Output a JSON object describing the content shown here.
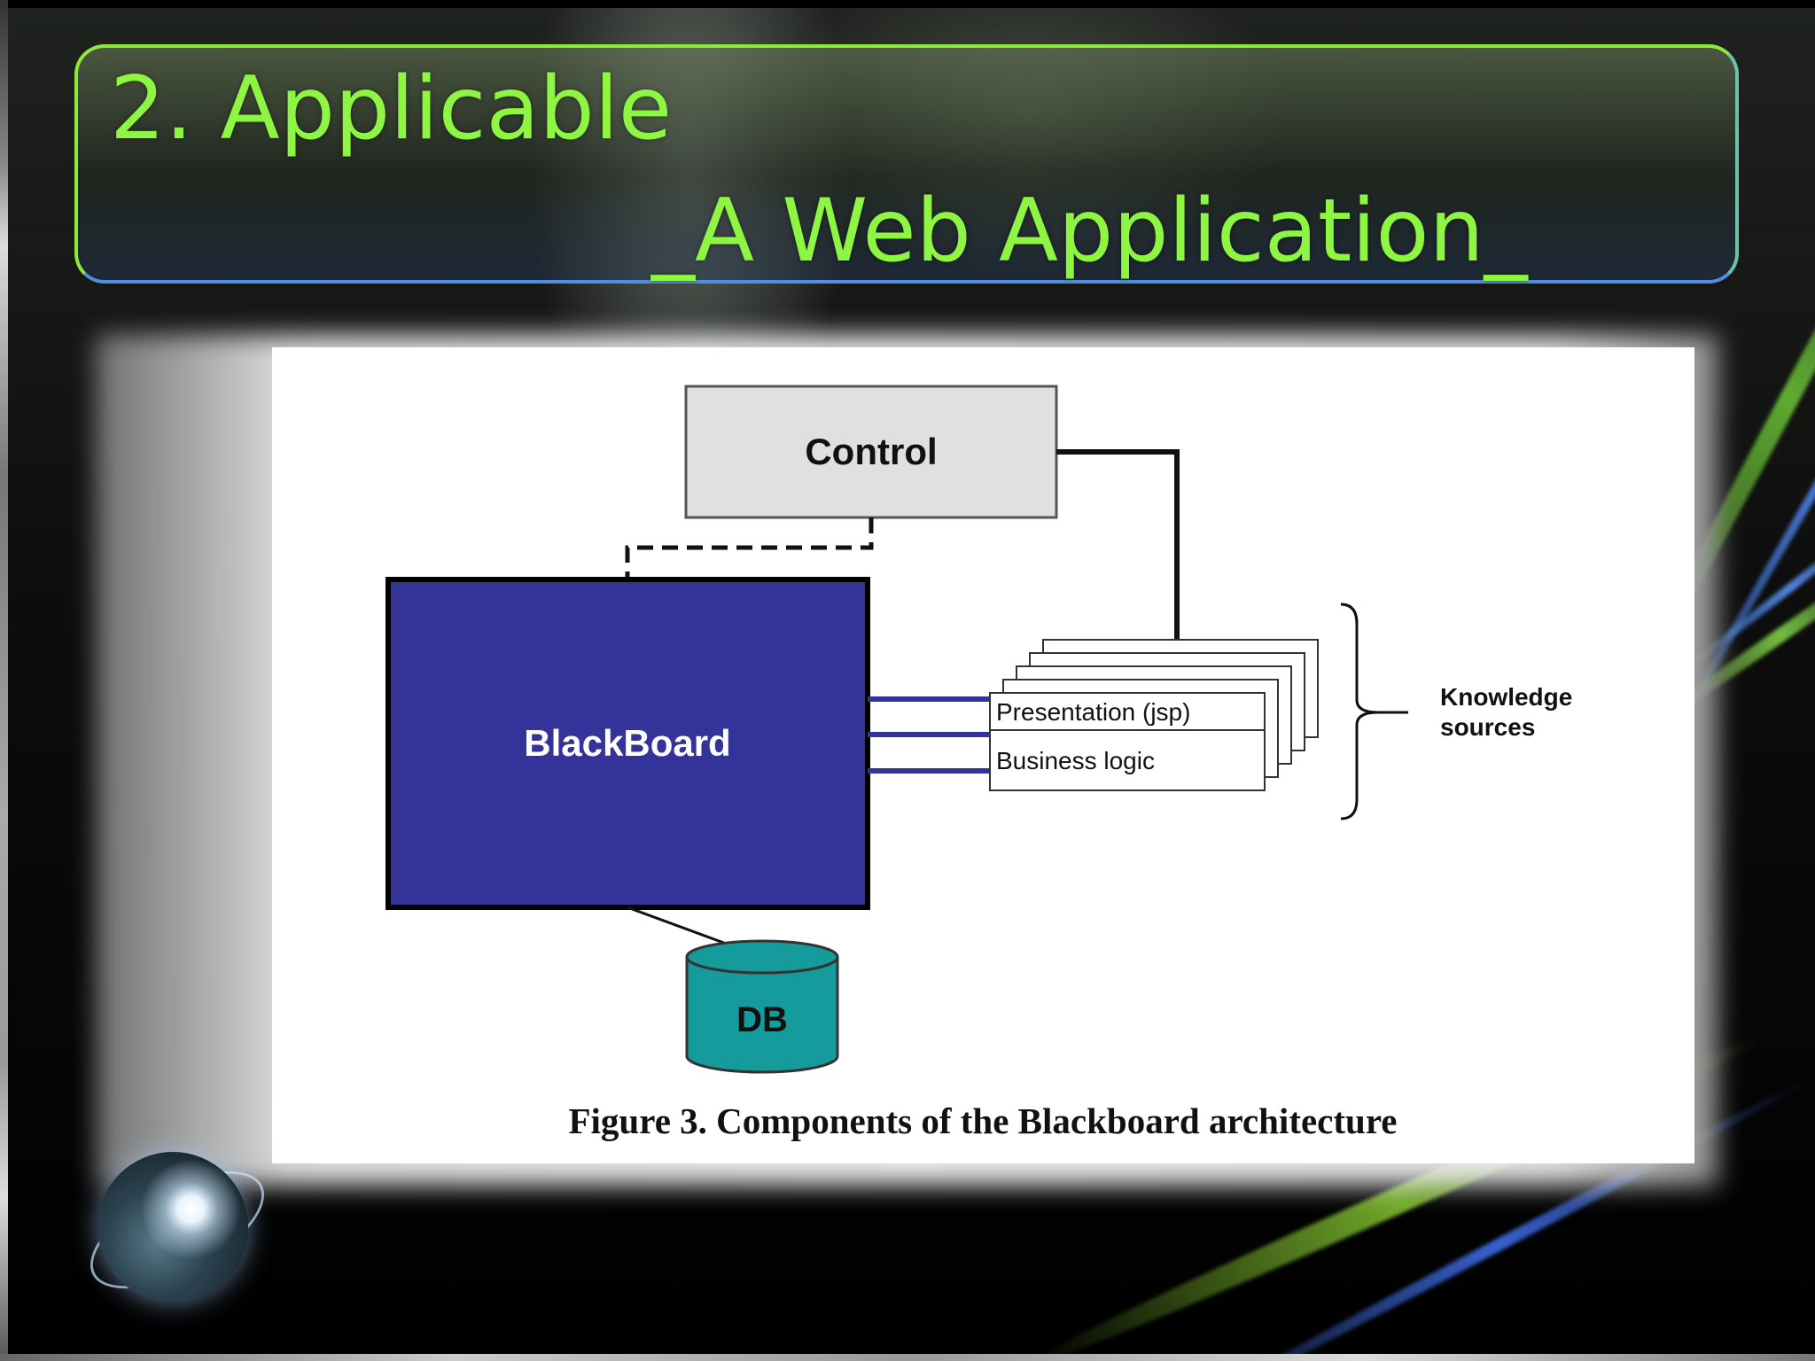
{
  "slide": {
    "title_line1": "2. Applicable",
    "title_line2": "_A Web Application_"
  },
  "diagram": {
    "control": "Control",
    "blackboard": "BlackBoard",
    "db": "DB",
    "presentation": "Presentation (jsp)",
    "business": "Business logic",
    "knowledge_line1": "Knowledge",
    "knowledge_line2": "sources",
    "caption": "Figure 3. Components of the Blackboard architecture"
  },
  "colors": {
    "title": "#8ef542",
    "blackboard_fill": "#343399",
    "control_fill": "#e0e0e0",
    "db_fill": "#159b9b",
    "connector": "#343399"
  }
}
